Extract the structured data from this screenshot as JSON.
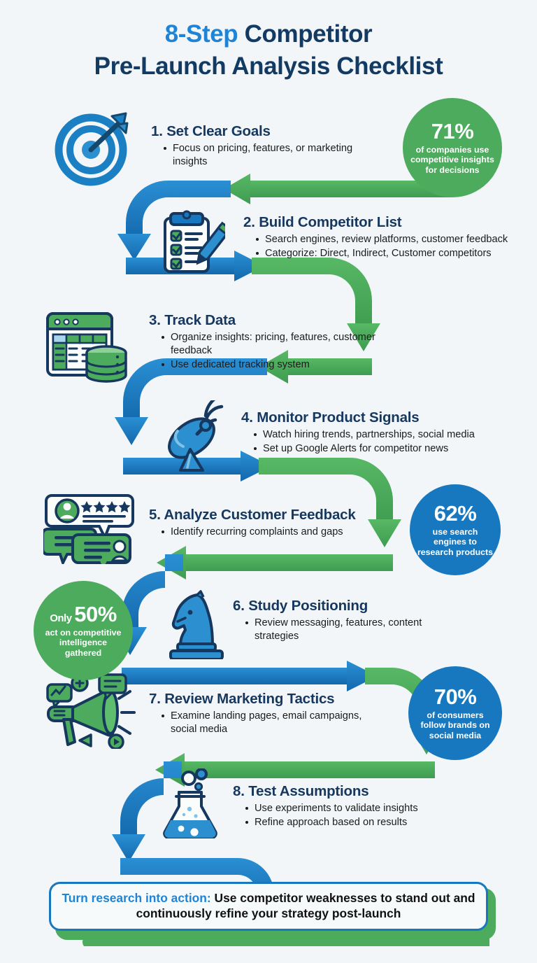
{
  "title": {
    "accent": "8-Step",
    "rest": " Competitor",
    "line2": "Pre-Launch Analysis Checklist"
  },
  "colors": {
    "blue_arrow": "#1878bf",
    "green_arrow": "#4cab5c",
    "title_dark": "#123a63",
    "title_accent": "#1f84d6",
    "background": "#f2f6f8"
  },
  "steps": [
    {
      "title": "1. Set Clear Goals",
      "icon": "target-icon",
      "bullets": [
        "Focus on pricing, features, or marketing insights"
      ]
    },
    {
      "title": "2. Build Competitor List",
      "icon": "clipboard-checklist-icon",
      "bullets": [
        "Search engines, review platforms, customer feedback",
        "Categorize: Direct, Indirect, Customer competitors"
      ]
    },
    {
      "title": "3. Track Data",
      "icon": "spreadsheet-database-icon",
      "bullets": [
        "Organize insights: pricing, features, customer feedback",
        "Use dedicated tracking system"
      ]
    },
    {
      "title": "4. Monitor Product Signals",
      "icon": "satellite-dish-icon",
      "bullets": [
        "Watch hiring trends, partnerships, social media",
        "Set up Google Alerts for competitor news"
      ]
    },
    {
      "title": "5. Analyze Customer Feedback",
      "icon": "customer-review-icon",
      "bullets": [
        "Identify recurring complaints and gaps"
      ]
    },
    {
      "title": "6. Study Positioning",
      "icon": "chess-knight-icon",
      "bullets": [
        "Review messaging, features, content strategies"
      ]
    },
    {
      "title": "7. Review Marketing Tactics",
      "icon": "megaphone-icon",
      "bullets": [
        "Examine landing pages, email campaigns, social media"
      ]
    },
    {
      "title": "8. Test Assumptions",
      "icon": "flask-icon",
      "bullets": [
        "Use experiments to validate insights",
        "Refine approach based on results"
      ]
    }
  ],
  "badges": [
    {
      "prefix": "",
      "value": "71%",
      "caption": "of companies use competitive insights for decisions",
      "color": "green"
    },
    {
      "prefix": "",
      "value": "62%",
      "caption": "use search engines to research products",
      "color": "blue"
    },
    {
      "prefix": "Only ",
      "value": "50%",
      "caption": "act on competitive intelligence gathered",
      "color": "green"
    },
    {
      "prefix": "",
      "value": "70%",
      "caption": "of consumers follow brands on social media",
      "color": "blue"
    }
  ],
  "footer": {
    "highlight": "Turn research into action:",
    "text": " Use competitor weaknesses to stand out and continuously refine your strategy post-launch"
  }
}
